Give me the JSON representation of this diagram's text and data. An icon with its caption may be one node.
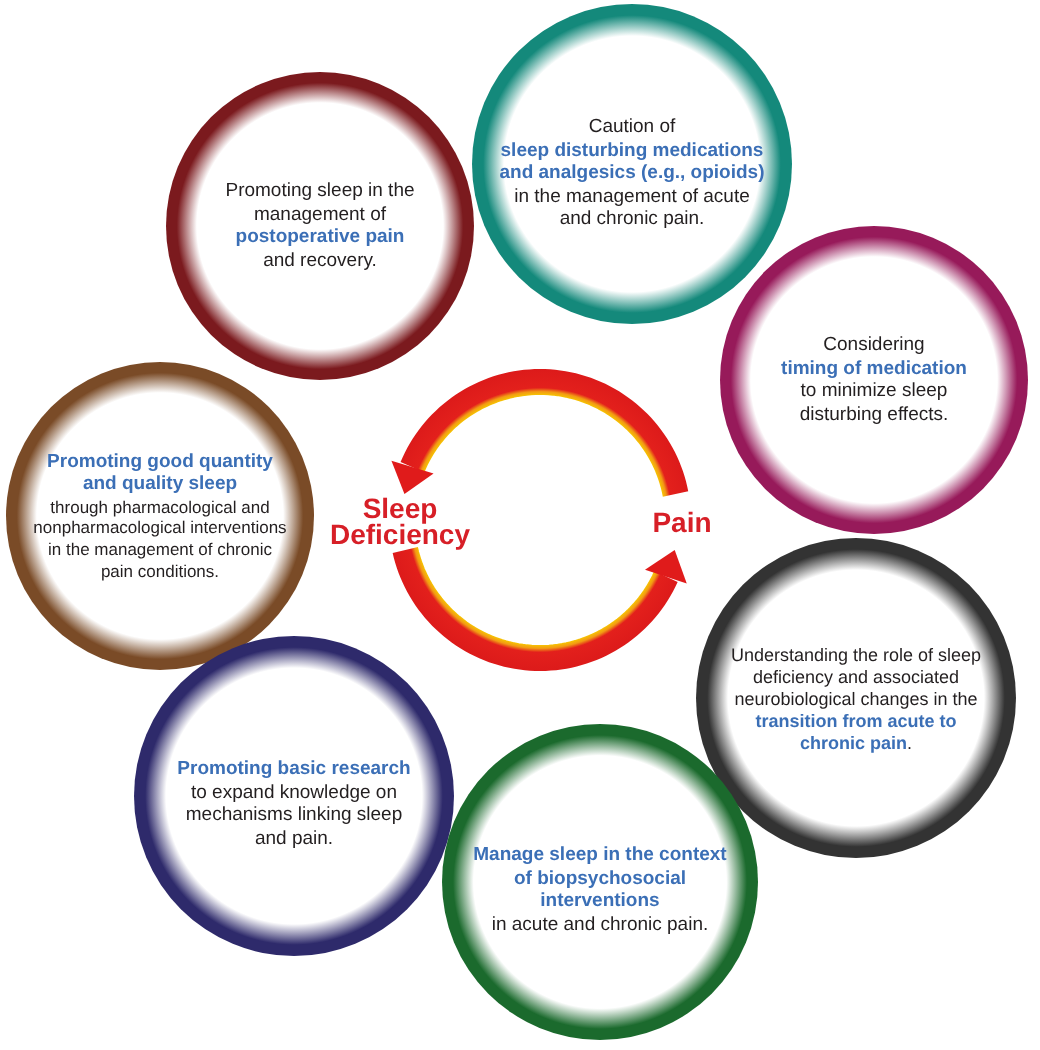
{
  "diagram": {
    "nodes": [
      {
        "text": [
          "Promoting sleep in the management of **postoperative pain** and recovery."
        ]
      },
      {
        "text": [
          "Caution of **sleep disturbing medications and analgesics (e.g., opioids)** in the management of acute and chronic pain."
        ]
      },
      {
        "text": [
          "Considering **timing of medication** to minimize sleep disturbing effects."
        ]
      },
      {
        "text": [
          "**Promoting good quantity and quality sleep** through pharmacological and nonpharmacological interventions in the management of chronic pain conditions."
        ]
      },
      {
        "text": [
          "Sleep Deficiency"
        ]
      },
      {
        "text": [
          "Pain"
        ]
      },
      {
        "text": [
          "Understanding the role of sleep deficiency and associated neurobiological changes in the **transition from acute to chronic pain**."
        ]
      },
      {
        "text": [
          "**Promoting basic research** to expand knowledge on mechanisms linking sleep and pain."
        ]
      },
      {
        "text": [
          "**Manage sleep in the context of biopsychosocial interventions** in acute and chronic pain."
        ]
      }
    ],
    "edges": [
      {
        "from": 5,
        "to": 4,
        "arrow": "to",
        "style": "thick"
      },
      {
        "from": 4,
        "to": 5,
        "arrow": "to",
        "style": "thick"
      }
    ]
  }
}
